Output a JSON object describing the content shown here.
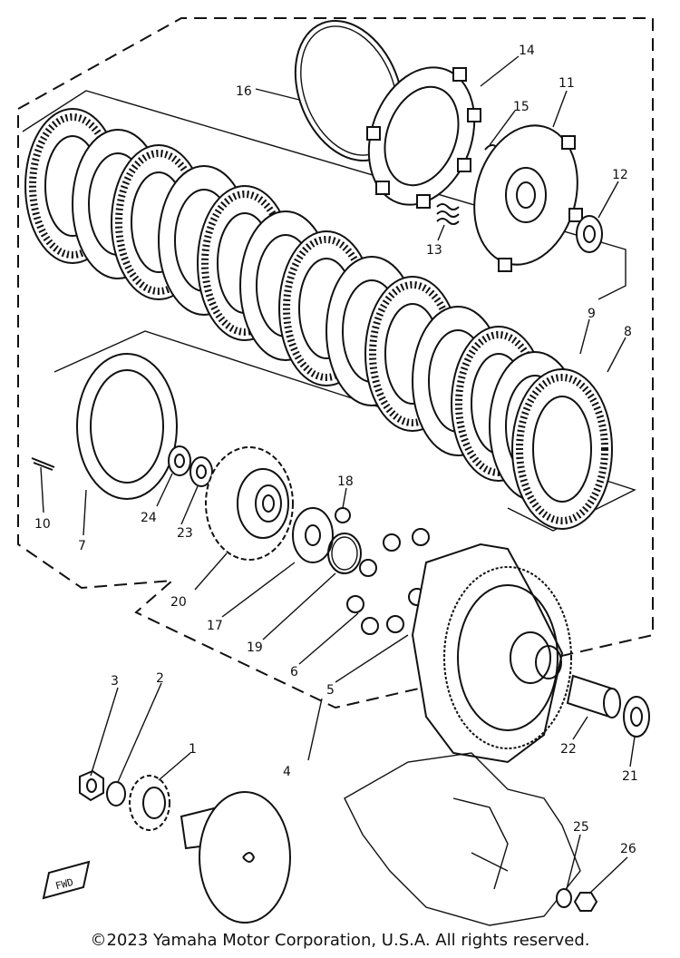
{
  "copyright": "©2023 Yamaha Motor Corporation, U.S.A. All rights reserved.",
  "fwd_label": "FWD",
  "parts": [
    {
      "id": "1",
      "label": "1"
    },
    {
      "id": "2",
      "label": "2"
    },
    {
      "id": "3",
      "label": "3"
    },
    {
      "id": "4",
      "label": "4"
    },
    {
      "id": "5",
      "label": "5"
    },
    {
      "id": "6",
      "label": "6"
    },
    {
      "id": "7",
      "label": "7"
    },
    {
      "id": "8",
      "label": "8"
    },
    {
      "id": "9",
      "label": "9"
    },
    {
      "id": "10",
      "label": "10"
    },
    {
      "id": "11",
      "label": "11"
    },
    {
      "id": "12",
      "label": "12"
    },
    {
      "id": "13",
      "label": "13"
    },
    {
      "id": "14",
      "label": "14"
    },
    {
      "id": "15",
      "label": "15"
    },
    {
      "id": "16",
      "label": "16"
    },
    {
      "id": "17",
      "label": "17"
    },
    {
      "id": "18",
      "label": "18"
    },
    {
      "id": "19",
      "label": "19"
    },
    {
      "id": "20",
      "label": "20"
    },
    {
      "id": "21",
      "label": "21"
    },
    {
      "id": "22",
      "label": "22"
    },
    {
      "id": "23",
      "label": "23"
    },
    {
      "id": "24",
      "label": "24"
    },
    {
      "id": "25",
      "label": "25"
    },
    {
      "id": "26",
      "label": "26"
    }
  ]
}
